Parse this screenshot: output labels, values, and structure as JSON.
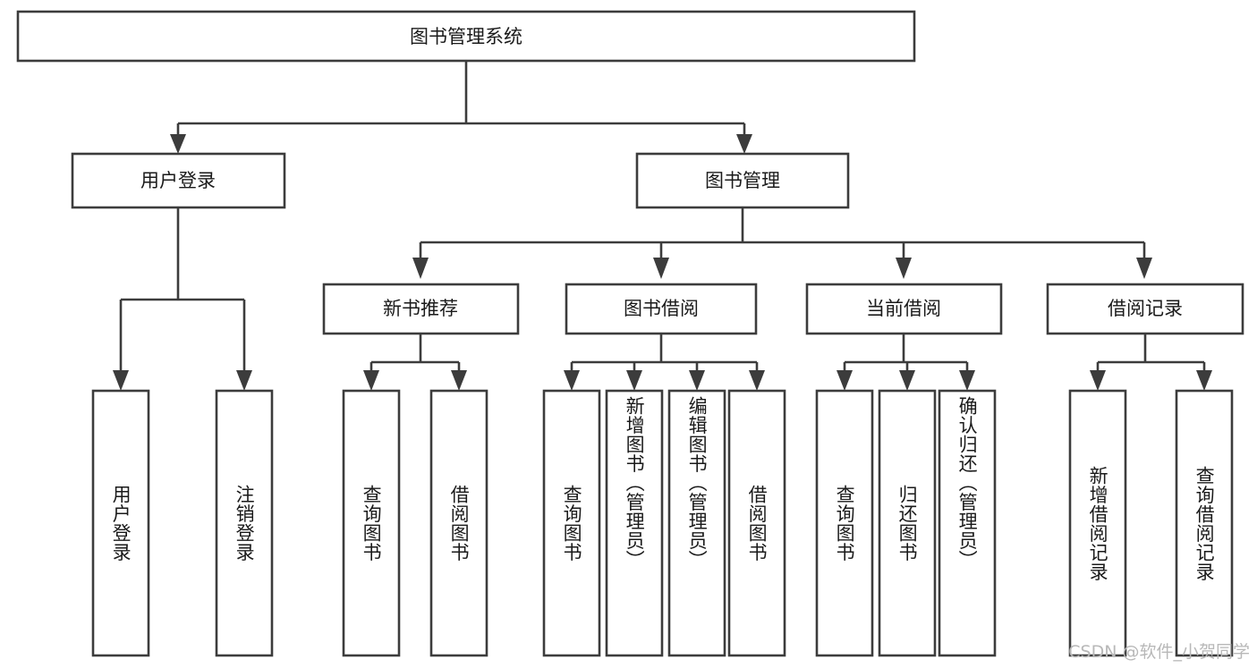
{
  "diagram": {
    "type": "hierarchy-tree",
    "title_node": {
      "id": "root",
      "label": "图书管理系统"
    },
    "level1": [
      {
        "id": "user-login",
        "label": "用户登录"
      },
      {
        "id": "book-management",
        "label": "图书管理"
      }
    ],
    "level2": [
      {
        "id": "new-book-recommend",
        "label": "新书推荐",
        "parent": "book-management"
      },
      {
        "id": "book-borrow",
        "label": "图书借阅",
        "parent": "book-management"
      },
      {
        "id": "current-borrow",
        "label": "当前借阅",
        "parent": "book-management"
      },
      {
        "id": "borrow-record",
        "label": "借阅记录",
        "parent": "book-management"
      }
    ],
    "leaves": {
      "user-login": [
        {
          "id": "leaf-user-login",
          "label": "用户登录"
        },
        {
          "id": "leaf-user-logout",
          "label": "注销登录"
        }
      ],
      "new-book-recommend": [
        {
          "id": "leaf-query-book-1",
          "label": "查询图书"
        },
        {
          "id": "leaf-borrow-book-1",
          "label": "借阅图书"
        }
      ],
      "book-borrow": [
        {
          "id": "leaf-query-book-2",
          "label": "查询图书"
        },
        {
          "id": "leaf-add-book",
          "label": "新增图书（管理员）"
        },
        {
          "id": "leaf-edit-book",
          "label": "编辑图书（管理员）"
        },
        {
          "id": "leaf-borrow-book-2",
          "label": "借阅图书"
        }
      ],
      "current-borrow": [
        {
          "id": "leaf-query-book-3",
          "label": "查询图书"
        },
        {
          "id": "leaf-return-book",
          "label": "归还图书"
        },
        {
          "id": "leaf-confirm-return",
          "label": "确认归还（管理员）"
        }
      ],
      "borrow-record": [
        {
          "id": "leaf-add-record",
          "label": "新增借阅记录"
        },
        {
          "id": "leaf-query-record",
          "label": "查询借阅记录"
        }
      ]
    }
  },
  "watermark": {
    "text": "CSDN @软件_小贺同学"
  },
  "colors": {
    "stroke": "#3c3c3c",
    "fill": "#ffffff",
    "text": "#1a1a1a",
    "watermark": "#b8b8b8"
  }
}
